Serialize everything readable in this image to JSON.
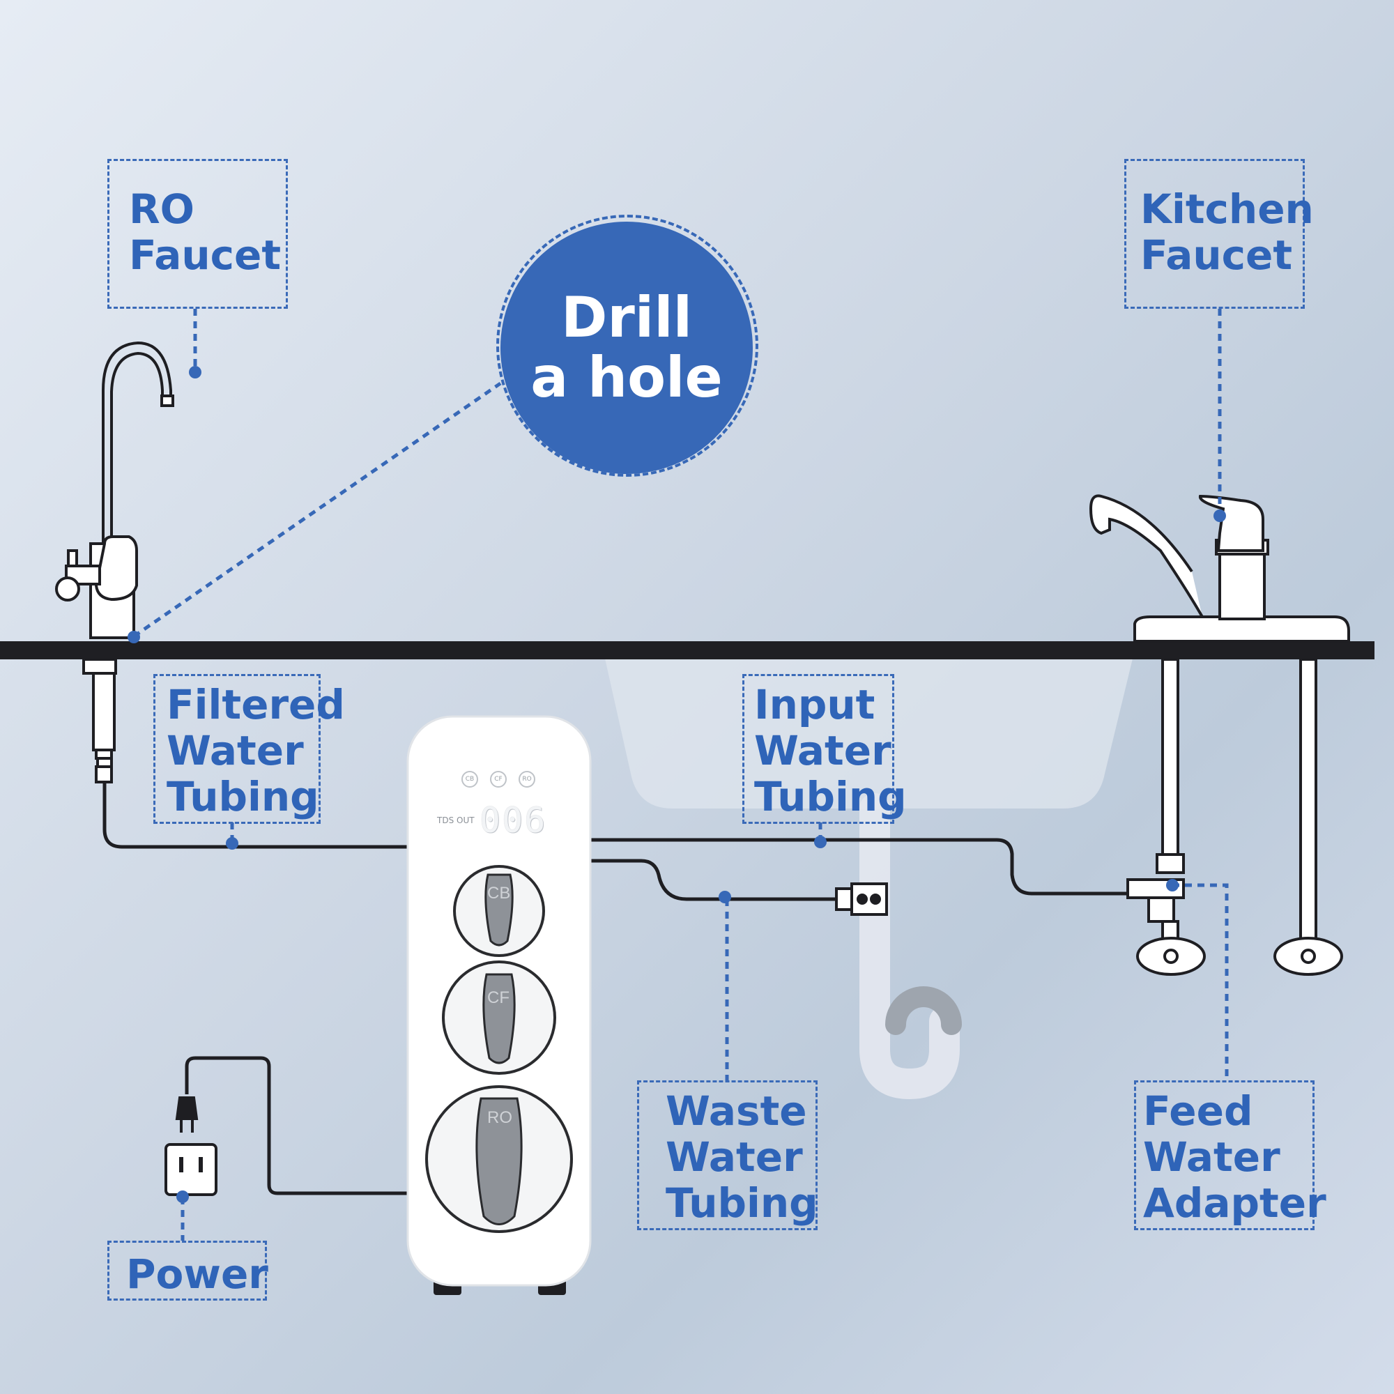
{
  "labels": {
    "ro_faucet": [
      "RO",
      "Faucet"
    ],
    "kitchen_faucet": [
      "Kitchen",
      "Faucet"
    ],
    "drill": [
      "Drill",
      "a hole"
    ],
    "filtered_water": [
      "Filtered",
      "Water",
      "Tubing"
    ],
    "input_water": [
      "Input",
      "Water",
      "Tubing"
    ],
    "waste_water": [
      "Waste",
      "Water",
      "Tubing"
    ],
    "feed_water": [
      "Feed",
      "Water",
      "Adapter"
    ],
    "power": [
      "Power"
    ]
  },
  "device": {
    "buttons": [
      "CB",
      "CF",
      "RO"
    ],
    "tds_label": "TDS OUT",
    "tds_value": "006",
    "dials": [
      "CB",
      "CF",
      "RO"
    ]
  },
  "colors": {
    "accent": "#3768b7",
    "label_text": "#2f64b8",
    "line": "#1e1e22"
  }
}
